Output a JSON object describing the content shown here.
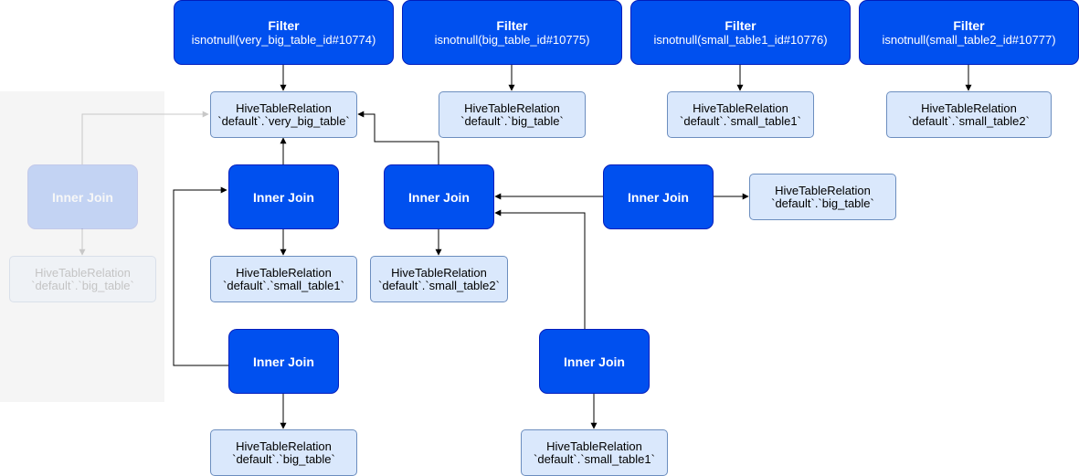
{
  "filters": [
    {
      "title": "Filter",
      "condition": "isnotnull(very_big_table_id#10774)"
    },
    {
      "title": "Filter",
      "condition": "isnotnull(big_table_id#10775)"
    },
    {
      "title": "Filter",
      "condition": "isnotnull(small_table1_id#10776)"
    },
    {
      "title": "Filter",
      "condition": "isnotnull(small_table2_id#10777)"
    }
  ],
  "relations": {
    "r1": {
      "type": "HiveTableRelation",
      "table": "`default`.`very_big_table`"
    },
    "r2": {
      "type": "HiveTableRelation",
      "table": "`default`.`big_table`"
    },
    "r3": {
      "type": "HiveTableRelation",
      "table": "`default`.`small_table1`"
    },
    "r4": {
      "type": "HiveTableRelation",
      "table": "`default`.`small_table2`"
    },
    "r5": {
      "type": "HiveTableRelation",
      "table": "`default`.`big_table`"
    },
    "r6": {
      "type": "HiveTableRelation",
      "table": "`default`.`big_table`"
    },
    "r7": {
      "type": "HiveTableRelation",
      "table": "`default`.`small_table1`"
    },
    "r8": {
      "type": "HiveTableRelation",
      "table": "`default`.`small_table2`"
    },
    "r9": {
      "type": "HiveTableRelation",
      "table": "`default`.`big_table`"
    },
    "r10": {
      "type": "HiveTableRelation",
      "table": "`default`.`small_table1`"
    }
  },
  "joins": {
    "faded": "Inner Join",
    "j1": "Inner Join",
    "j2": "Inner Join",
    "j3": "Inner Join",
    "j4": "Inner Join",
    "j5": "Inner Join"
  },
  "colors": {
    "node_fill": "#0050ef",
    "node_border": "#001dbc",
    "relation_fill": "#dae8fc",
    "relation_border": "#6c8ebf",
    "faded_panel": "#f5f5f5"
  }
}
